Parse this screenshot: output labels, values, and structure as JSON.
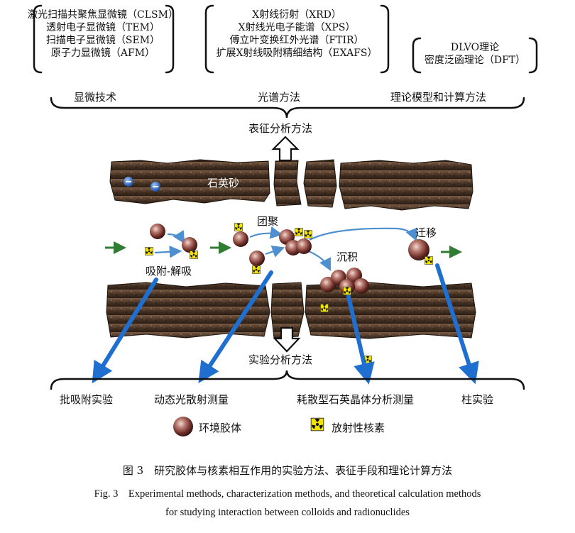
{
  "top": {
    "microscopy_methods": [
      "激光扫描共聚焦显微镜（CLSM）",
      "透射电子显微镜（TEM）",
      "扫描电子显微镜（SEM）",
      "原子力显微镜（AFM）"
    ],
    "spectroscopy_methods": [
      "X射线衍射（XRD）",
      "X射线光电子能谱（XPS）",
      "傅立叶变换红外光谱（FTIR）",
      "扩展X射线吸附精细结构（EXAFS）"
    ],
    "theory_methods": [
      "DLVO理论",
      "密度泛函理论（DFT）"
    ]
  },
  "categories": {
    "microscopy": "显微技术",
    "spectroscopy": "光谱方法",
    "theory": "理论模型和计算方法"
  },
  "characterization_label": "表征分析方法",
  "middle": {
    "quartz_sand": "石英砂",
    "aggregation": "团聚",
    "adsorption_desorption": "吸附-解吸",
    "deposition": "沉积",
    "migration": "迁移"
  },
  "experimental_label": "实验分析方法",
  "bottom": {
    "batch": "批吸附实验",
    "dls": "动态光散射测量",
    "quartz_crystal": "耗散型石英晶体分析测量",
    "column": "柱实验"
  },
  "legend": {
    "colloid": "环境胶体",
    "radionuclide": "放射性核素"
  },
  "caption": {
    "cn": "图 3　研究胶体与核素相互作用的实验方法、表征手段和理论计算方法",
    "en_line1": "Fig. 3　Experimental methods, characterization methods, and theoretical calculation methods",
    "en_line2": "for studying interaction between colloids and radionuclides"
  }
}
